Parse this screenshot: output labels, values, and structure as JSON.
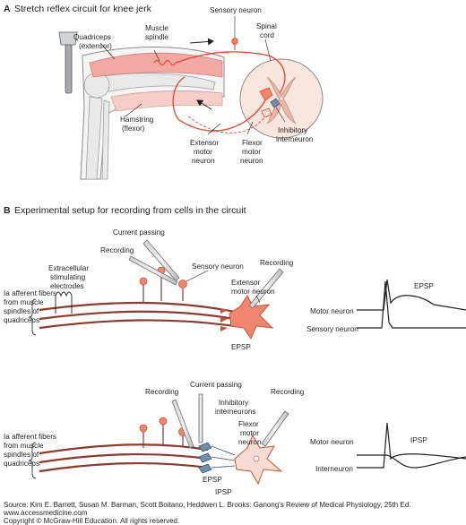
{
  "panel_a": {
    "letter": "A",
    "title": "Stretch reflex circuit for knee jerk",
    "labels": {
      "quadriceps_1": "Quadriceps",
      "quadriceps_2": "(extensor)",
      "muscle_spindle_1": "Muscle",
      "muscle_spindle_2": "spindle",
      "sensory_neuron": "Sensory neuron",
      "spinal_cord_1": "Spinal",
      "spinal_cord_2": "cord",
      "hamstring_1": "Hamstring",
      "hamstring_2": "(flexor)",
      "extensor_motor_1": "Extensor",
      "extensor_motor_2": "motor",
      "extensor_motor_3": "neuron",
      "flexor_motor_1": "Flexor",
      "flexor_motor_2": "motor",
      "flexor_motor_3": "neuron",
      "inhibitory_1": "Inhibitory",
      "inhibitory_2": "interneuron"
    }
  },
  "panel_b": {
    "letter": "B",
    "title": "Experimental setup for recording from cells in the circuit",
    "top": {
      "current_passing": "Current passing",
      "recording_1": "Recording",
      "sensory_neuron": "Sensory neuron",
      "recording_2": "Recording",
      "extensor_motor_1": "Extensor",
      "extensor_motor_2": "motor neuron",
      "extracellular_1": "Extracellular",
      "extracellular_2": "stimulating",
      "extracellular_3": "electrodes",
      "ia_1": "Ia afferent fibers",
      "ia_2": "from muscle",
      "ia_3": "spindles of",
      "ia_4": "quadriceps",
      "epsp_cell": "EPSP",
      "trace_title": "EPSP",
      "trace_motor": "Motor neuron",
      "trace_sensory": "Sensory neuron"
    },
    "bottom": {
      "recording_1": "Recording",
      "current_passing": "Current passing",
      "inhibitory_1": "Inhibitory",
      "inhibitory_2": "interneurons",
      "recording_2": "Recording",
      "flexor_1": "Flexor",
      "flexor_2": "motor",
      "flexor_3": "neuron",
      "ia_1": "Ia afferent fibers",
      "ia_2": "from muscle",
      "ia_3": "spindles of",
      "ia_4": "quadriceps",
      "epsp_cell": "EPSP",
      "ipsp_cell": "IPSP",
      "trace_title": "IPSP",
      "trace_motor": "Motor neuron",
      "trace_inter": "Interneuron"
    }
  },
  "footer": {
    "source": "Source: Kim E. Barrett, Susan M. Barman, Scott Boitano, Heddwen L. Brooks: Ganong's Review of Medical Physiology, 25th Ed.",
    "url": "www.accessmedicine.com",
    "copyright": "Copyright © McGraw-Hill Education.  All rights reserved."
  },
  "colors": {
    "nerve_red": "#e8422c",
    "muscle_pink": "#f2a9a3",
    "neuron_orange": "#f0866d",
    "inhibitory_blue": "#6f8fa8",
    "flexor_cell": "#f6dcd3",
    "bone": "#e9e9ea",
    "cord": "#f9e6dc"
  }
}
